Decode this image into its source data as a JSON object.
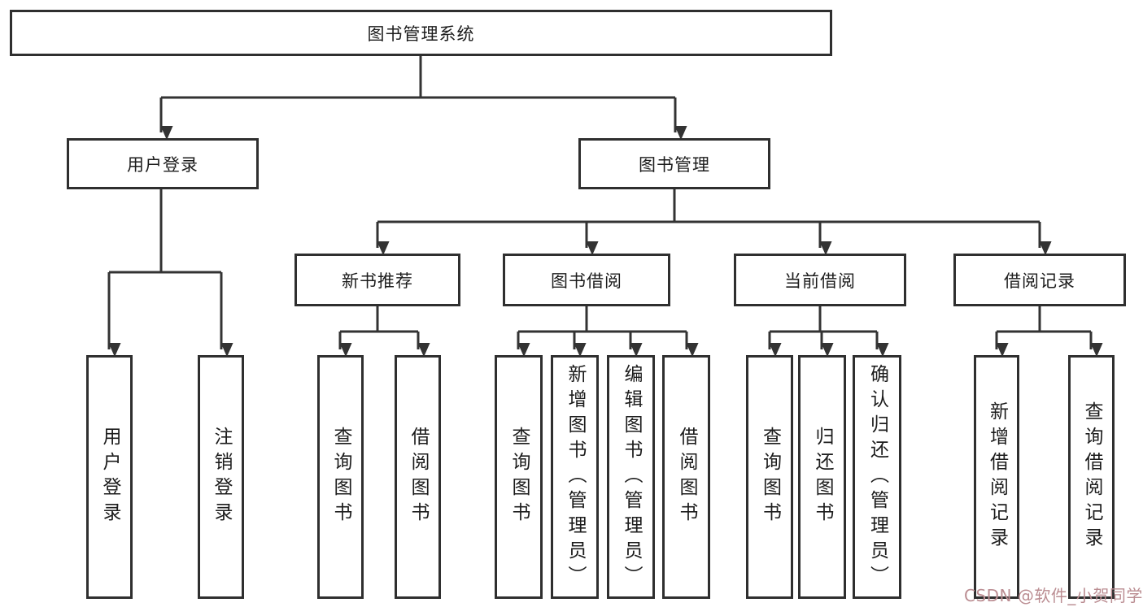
{
  "diagram": {
    "type": "hierarchy-structure-chart",
    "nodes": {
      "root": "图书管理系统",
      "level2": [
        "用户登录",
        "图书管理"
      ],
      "level3": [
        "新书推荐",
        "图书借阅",
        "当前借阅",
        "借阅记录"
      ],
      "leaves": [
        "用户登录",
        "注销登录",
        "查询图书",
        "借阅图书",
        "查询图书",
        "新增图书（管理员）",
        "编辑图书（管理员）",
        "借阅图书",
        "查询图书",
        "归还图书",
        "确认归还（管理员）",
        "新增借阅记录",
        "查询借阅记录"
      ]
    },
    "hierarchy": {
      "图书管理系统": [
        "用户登录",
        "图书管理"
      ],
      "用户登录": [
        "用户登录",
        "注销登录"
      ],
      "图书管理": [
        "新书推荐",
        "图书借阅",
        "当前借阅",
        "借阅记录"
      ],
      "新书推荐": [
        "查询图书",
        "借阅图书"
      ],
      "图书借阅": [
        "查询图书",
        "新增图书（管理员）",
        "编辑图书（管理员）",
        "借阅图书"
      ],
      "当前借阅": [
        "查询图书",
        "归还图书",
        "确认归还（管理员）"
      ],
      "借阅记录": [
        "新增借阅记录",
        "查询借阅记录"
      ]
    },
    "colors": {
      "border": "#2f2f2f",
      "line": "#333333",
      "text": "#1c1c1c",
      "background": "#ffffff",
      "watermark": "#bb8d92"
    }
  },
  "watermark": {
    "text": "CSDN @软件_小贺同学"
  }
}
